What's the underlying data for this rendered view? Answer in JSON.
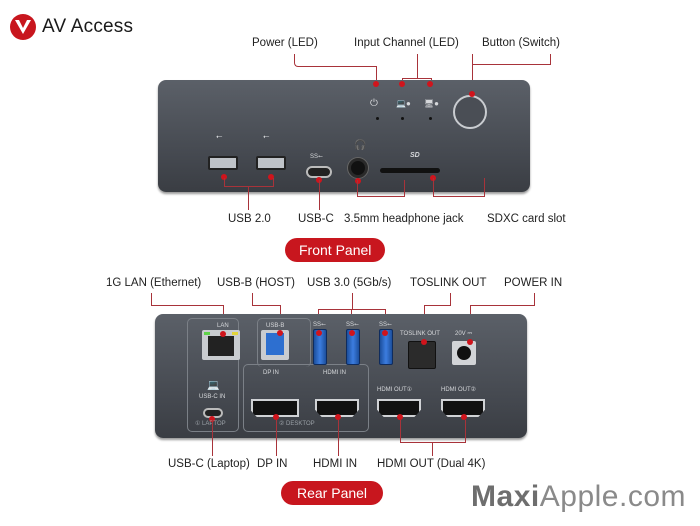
{
  "brand": {
    "name": "AV Access",
    "logo_color": "#c8161e"
  },
  "front_panel": {
    "badge": "Front Panel",
    "top_labels": {
      "power_led": "Power (LED)",
      "input_channel_led": "Input Channel (LED)",
      "button_switch": "Button (Switch)"
    },
    "bottom_labels": {
      "usb2": "USB 2.0",
      "usbc": "USB-C",
      "headphone": "3.5mm headphone jack",
      "sdxc": "SDXC card slot"
    },
    "device_markings": {
      "sd": "SD"
    }
  },
  "rear_panel": {
    "badge": "Rear Panel",
    "top_labels": {
      "lan": "1G LAN (Ethernet)",
      "usbb": "USB-B (HOST)",
      "usb3": "USB 3.0 (5Gb/s)",
      "toslink": "TOSLINK OUT",
      "power_in": "POWER IN"
    },
    "bottom_labels": {
      "usbc_laptop": "USB-C (Laptop)",
      "dp_in": "DP IN",
      "hdmi_in": "HDMI IN",
      "hdmi_out": "HDMI OUT (Dual 4K)"
    },
    "device_markings": {
      "lan": "LAN",
      "usbb": "USB-B",
      "toslink": "TOSLINK OUT",
      "power": "20V ⎓",
      "usbc_in": "USB-C IN",
      "laptop": "① LAPTOP",
      "dp_in": "DP IN",
      "hdmi_in": "HDMI IN",
      "desktop": "② DESKTOP",
      "hdmi_out_1": "HDMI OUT①",
      "hdmi_out_2": "HDMI OUT②"
    }
  },
  "watermark": {
    "bold": "Maxi",
    "rest": "Apple.com"
  },
  "colors": {
    "accent": "#c8161e",
    "leader_line": "#a8333a",
    "device_body": "#4a4e55"
  }
}
